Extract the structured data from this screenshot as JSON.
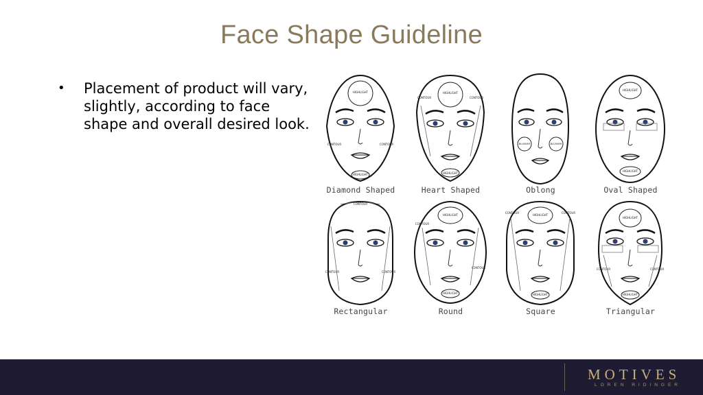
{
  "slide": {
    "title": "Face Shape Guideline",
    "bullets": [
      {
        "marker": "•",
        "text": "Placement of product will vary, slightly, according to face shape and overall desired look."
      }
    ]
  },
  "faces": [
    {
      "label": "Diamond Shaped",
      "zones": [
        "HIGHLIGHT",
        "CONTOUR",
        "CONTOUR",
        "HIGHLIGHT"
      ]
    },
    {
      "label": "Heart Shaped",
      "zones": [
        "HIGHLIGHT",
        "CONTOUR",
        "CONTOUR",
        "HIGHLIGHT"
      ]
    },
    {
      "label": "Oblong",
      "zones": [
        "BLUSHER",
        "BLUSHER"
      ]
    },
    {
      "label": "Oval Shaped",
      "zones": [
        "HIGHLIGHT",
        "HIGHLIGHT"
      ]
    },
    {
      "label": "Rectangular",
      "zones": [
        "CONTOUR",
        "CONTOUR",
        "CONTOUR"
      ]
    },
    {
      "label": "Round",
      "zones": [
        "HIGHLIGHT",
        "CONTOUR",
        "CONTOUR",
        "HIGHLIGHT"
      ]
    },
    {
      "label": "Square",
      "zones": [
        "HIGHLIGHT",
        "CONTOUR",
        "CONTOUR",
        "HIGHLIGHT"
      ]
    },
    {
      "label": "Triangular",
      "zones": [
        "HIGHLIGHT",
        "CONTOUR",
        "CONTOUR",
        "HIGHLIGHT"
      ]
    }
  ],
  "brand": {
    "name": "MOTIVES",
    "sub": "LOREN RIDINGER"
  },
  "colors": {
    "title": "#8a7a5c",
    "footer": "#1e1b33",
    "brand": "#c7b07a"
  }
}
